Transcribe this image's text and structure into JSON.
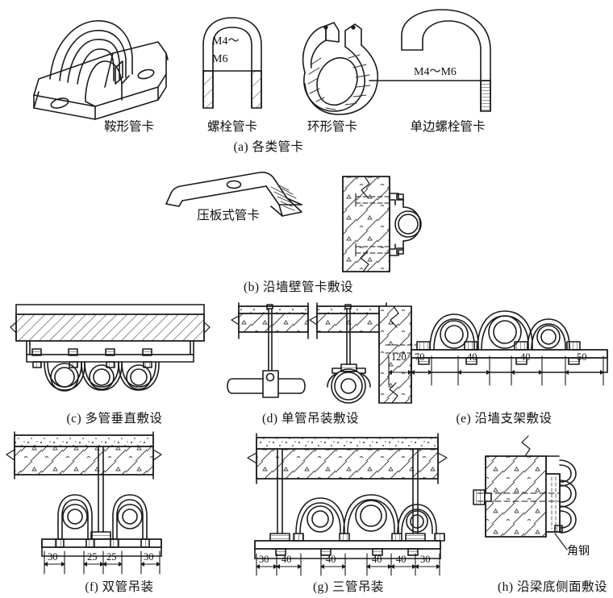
{
  "figure": {
    "type": "engineering-drawing",
    "title_captions": [
      {
        "key": "a",
        "label": "(a) 各类管卡"
      },
      {
        "key": "b",
        "label": "(b) 沿墙壁管卡敷设"
      },
      {
        "key": "c",
        "label": "(c) 多管垂直敷设"
      },
      {
        "key": "d",
        "label": "(d) 单管吊装敷设"
      },
      {
        "key": "e",
        "label": "(e) 沿墙支架敷设"
      },
      {
        "key": "f",
        "label": "(f) 双管吊装"
      },
      {
        "key": "g",
        "label": "(g) 三管吊装"
      },
      {
        "key": "h",
        "label": "(h) 沿梁底侧面敷设"
      }
    ]
  },
  "clamps": {
    "items": [
      {
        "name": "鞍形管卡"
      },
      {
        "name": "螺栓管卡",
        "thread": "M4～\nM6",
        "thread_line1": "M4～",
        "thread_line2": "M6"
      },
      {
        "name": "环形管卡"
      },
      {
        "name": "单边螺栓管卡",
        "thread": "M4～M6"
      }
    ],
    "press_plate": "压板式管卡"
  },
  "dimensions": {
    "e_support": [
      "120",
      "70",
      "40",
      "40",
      "50"
    ],
    "f_double": [
      "30",
      "25",
      "25",
      "30"
    ],
    "g_triple": [
      "30",
      "40",
      "40",
      "40",
      "40",
      "30"
    ]
  },
  "annotations": {
    "angle_steel": "角钢"
  },
  "colors": {
    "line": "#1a1a1a",
    "hatch": "#333333",
    "fill": "#ffffff",
    "screed": "#f2f2f2"
  }
}
